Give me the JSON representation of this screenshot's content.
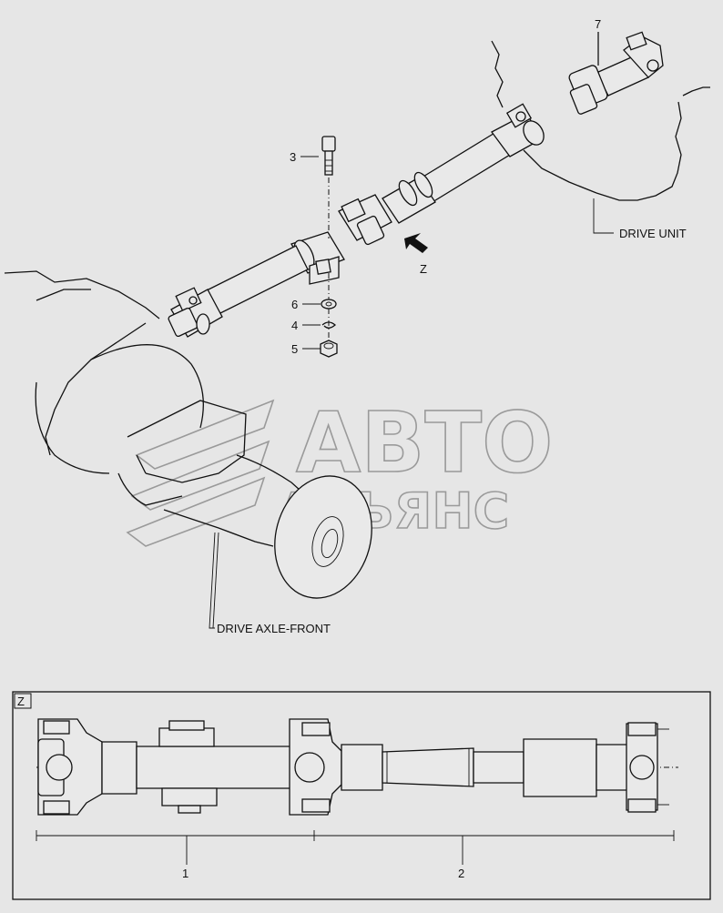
{
  "labels": {
    "drive_unit": "DRIVE UNIT",
    "drive_axle_front": "DRIVE AXLE-FRONT",
    "view_arrow": "Z",
    "detail_box": "Z"
  },
  "callouts": [
    "1",
    "2",
    "3",
    "4",
    "5",
    "6",
    "7"
  ],
  "watermark": {
    "line1": "АВТО",
    "line2": "АЛЬЯНС"
  }
}
